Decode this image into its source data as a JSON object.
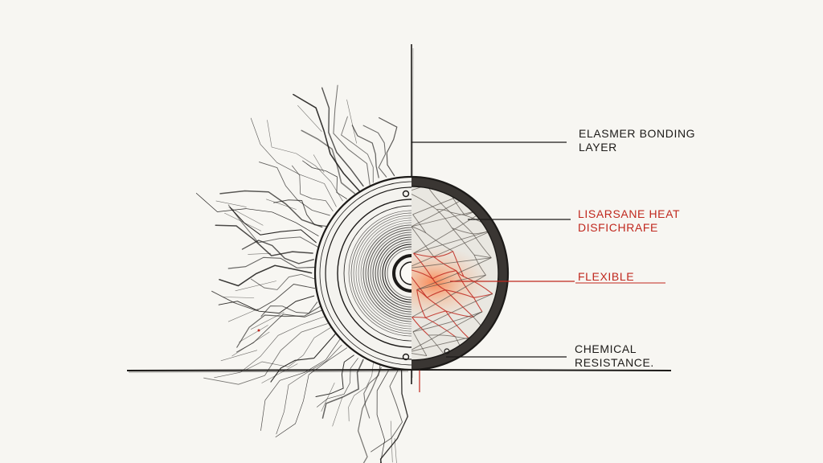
{
  "labels": {
    "bonding": {
      "line1": "ELASMER BONDING",
      "line2": "LAYER"
    },
    "heat": {
      "line1": "LISARSANE HEAT",
      "line2": "DISFICHRAFE"
    },
    "flexible": {
      "line1": "FLEXIBLE"
    },
    "chemical": {
      "line1": "CHEMICAL",
      "line2": "RESISTANCE."
    }
  },
  "colors": {
    "ink": "#1c1a18",
    "accent": "#c0281e",
    "glow": "#ff7a3a",
    "paper": "#f7f6f2"
  }
}
